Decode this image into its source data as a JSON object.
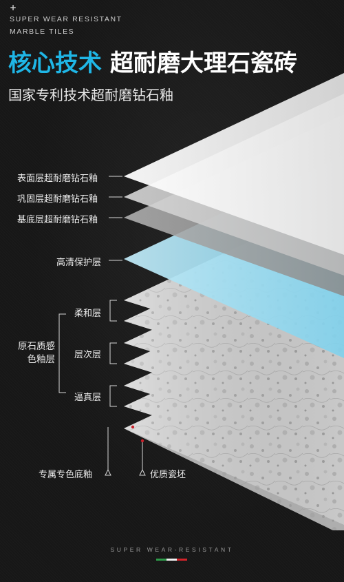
{
  "header": {
    "plus": "+",
    "english_line1": "SUPER WEAR RESISTANT",
    "english_line2": "MARBLE TILES",
    "title_accent": "核心技术",
    "title_main": "超耐磨大理石瓷砖",
    "subtitle": "国家专利技术超耐磨钻石釉"
  },
  "layers": {
    "surface": "表面层超耐磨钻石釉",
    "reinforce": "巩固层超耐磨钻石釉",
    "base": "基底层超耐磨钻石釉",
    "protect": "高清保护层"
  },
  "texture_group": {
    "label_line1": "原石质感",
    "label_line2": "色釉层",
    "soft": "柔和层",
    "depth": "层次层",
    "real": "逼真层"
  },
  "bottom": {
    "glaze": "专属专色底釉",
    "body": "优质瓷坯"
  },
  "footer": {
    "text": "SUPER WEAR-RESISTANT"
  },
  "colors": {
    "accent": "#1fb6e6",
    "flag_green": "#2e9b4a",
    "flag_white": "#f2f2f2",
    "flag_red": "#d2232a"
  }
}
